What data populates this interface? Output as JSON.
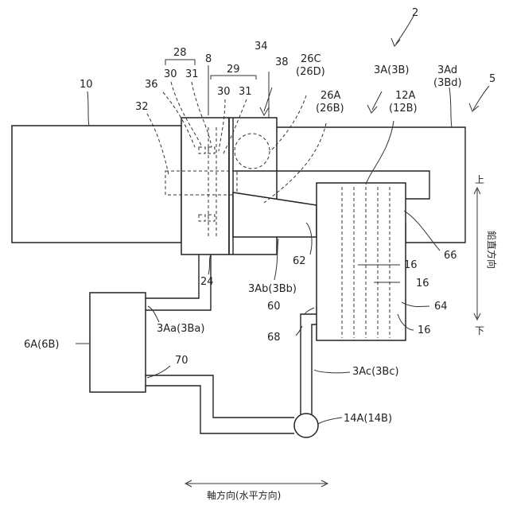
{
  "labels": {
    "n2": "2",
    "n5": "5",
    "n10": "10",
    "n8": "8",
    "n28": "28",
    "n29": "29",
    "n30a": "30",
    "n31a": "31",
    "n30b": "30",
    "n31b": "31",
    "n32": "32",
    "n34": "34",
    "n36": "36",
    "n38": "38",
    "n24": "24",
    "n26c_1": "26C",
    "n26c_2": "(26D)",
    "n26a_1": "26A",
    "n26a_2": "(26B)",
    "n3a": "3A(3B)",
    "n3ad_1": "3Ad",
    "n3ad_2": "(3Bd)",
    "n12a_1": "12A",
    "n12a_2": "(12B)",
    "n16a": "16",
    "n16b": "16",
    "n16c": "16",
    "n62": "62",
    "n64": "64",
    "n66": "66",
    "n60": "60",
    "n68": "68",
    "n3ab": "3Ab(3Bb)",
    "n3aa": "3Aa(3Ba)",
    "n3ac": "3Ac(3Bc)",
    "n6a": "6A(6B)",
    "n70": "70",
    "n14a": "14A(14B)"
  },
  "axes": {
    "vertical_up": "上",
    "vertical_down": "下",
    "vertical_label": "鉛直方向",
    "horizontal_label": "軸方向(水平方向)"
  }
}
